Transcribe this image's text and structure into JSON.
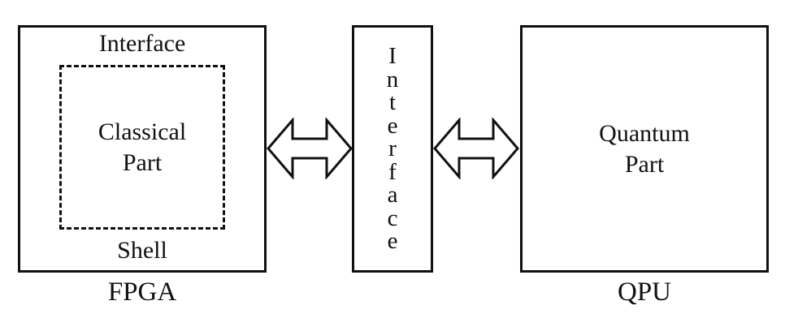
{
  "diagram": {
    "fpga": {
      "interface_label": "Interface",
      "classical_part_label": "Classical\nPart",
      "shell_label": "Shell",
      "caption": "FPGA"
    },
    "interface_box": {
      "vertical_label": "I\nn\nt\ne\nr\nf\na\nc\ne"
    },
    "qpu": {
      "quantum_part_label": "Quantum\nPart",
      "caption": "QPU"
    },
    "colors": {
      "line": "#111111",
      "background": "#ffffff"
    }
  }
}
